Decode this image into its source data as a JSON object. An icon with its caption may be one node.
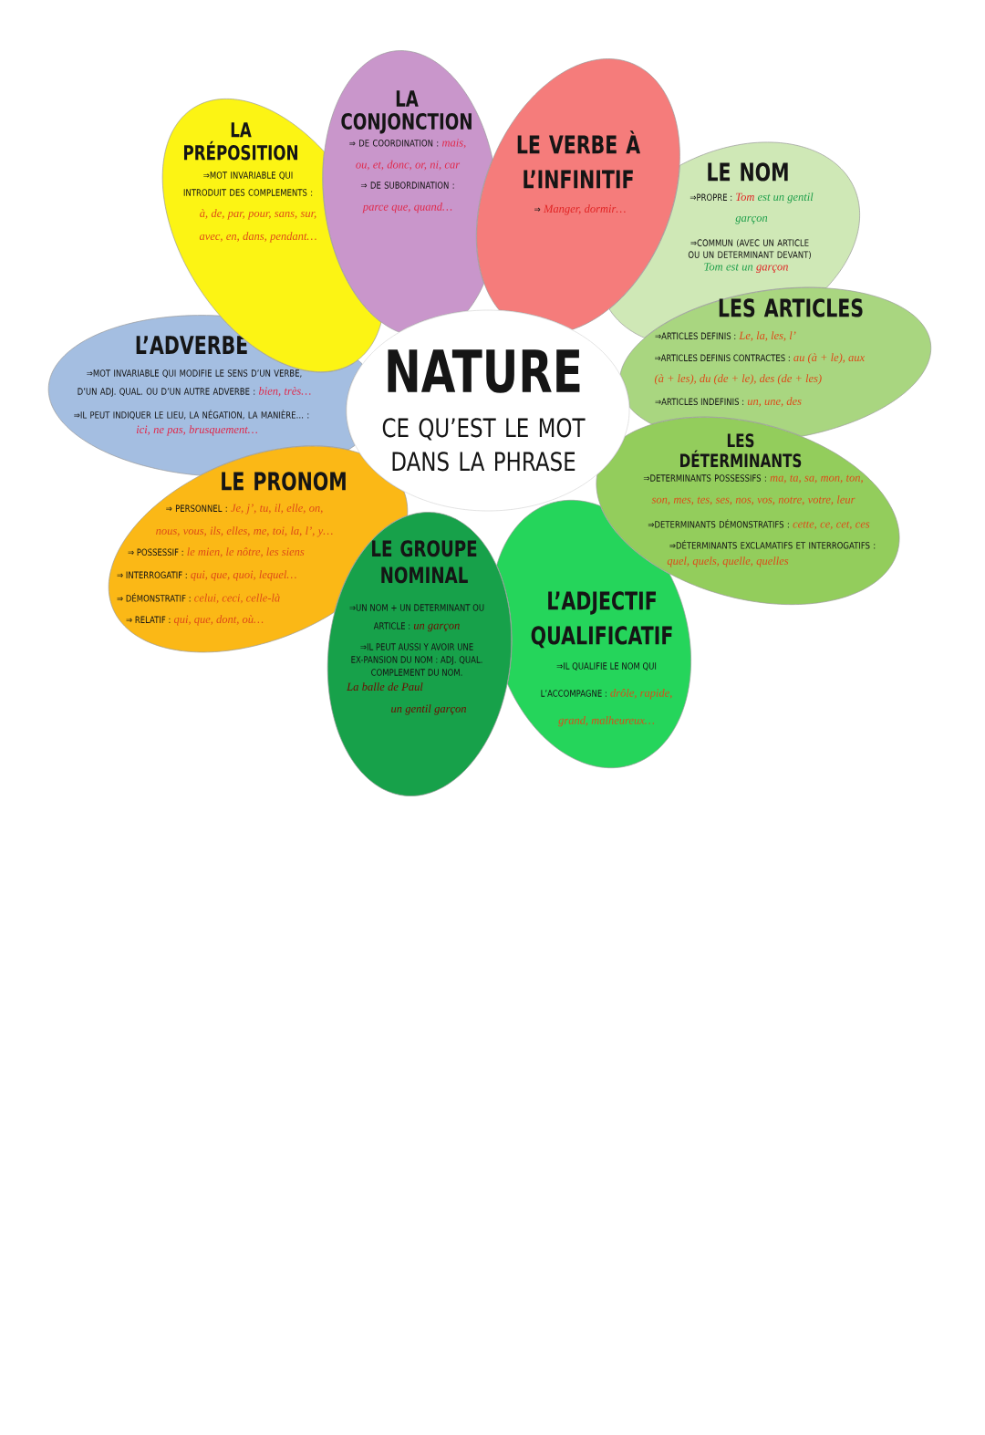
{
  "diagram": {
    "nodes": [
      {
        "text": [
          "NATURE",
          "CE QU’EST LE MOT DANS LA PHRASE"
        ]
      },
      {
        "text": [
          "LA PRÉPOSITION",
          "⇒MOT INVARIABLE QUI INTRODUIT DES COMPLEMENTS :",
          "à, de, par, pour, sans, sur, avec, en, dans, pendant…"
        ]
      },
      {
        "text": [
          "LA CONJONCTION",
          "⇒ DE COORDINATION :",
          "mais, ou, et, donc, or, ni, car",
          "⇒ DE SUBORDINATION :",
          "parce que, quand…"
        ]
      },
      {
        "text": [
          "LE VERBE À L’INFINITIF",
          "⇒",
          "Manger, dormir…"
        ]
      },
      {
        "text": [
          "LE NOM",
          "⇒PROPRE :",
          "Tom",
          "est un gentil garçon",
          "⇒COMMUN (AVEC UN ARTICLE OU UN DETERMINANT DEVANT)",
          "Tom est un",
          "garçon"
        ]
      },
      {
        "text": [
          "LES ARTICLES",
          "⇒ARTICLES DEFINIS :",
          "Le, la, les, l’",
          "⇒ARTICLES DEFINIS CONTRACTES :",
          "au (à + le), aux (à + les), du (de + le), des (de + les)",
          "⇒ARTICLES INDEFINIS :",
          "un, une, des"
        ]
      },
      {
        "text": [
          "LES DÉTERMINANTS",
          "⇒DETERMINANTS POSSESSIFS :",
          "ma, ta, sa, mon, ton, son, mes, tes, ses, nos, vos, notre, votre, leur",
          "⇒DETERMINANTS DÉMONSTRATIFS :",
          "cette, ce, cet, ces",
          "⇒DÉTERMINANTS EXCLAMATIFS ET INTERROGATIFS :",
          "quel, quels, quelle, quelles"
        ]
      },
      {
        "text": [
          "L’ADJECTIF QUALIFICATIF",
          "⇒IL QUALIFIE LE NOM QUI L’ACCOMPAGNE :",
          "drôle, rapide, grand, malheureux…"
        ]
      },
      {
        "text": [
          "LE GROUPE NOMINAL",
          "⇒UN NOM + UN DETERMINANT OU ARTICLE :",
          "un garçon",
          "⇒IL PEUT AUSSI Y AVOIR UNE EX-PANSION DU NOM : ADJ. QUAL. COMPLEMENT DU NOM.",
          "La balle de Paul",
          "un gentil garçon"
        ]
      },
      {
        "text": [
          "LE PRONOM",
          "⇒ PERSONNEL :",
          "Je, j’, tu, il, elle, on, nous, vous, ils, elles, me, toi, la, l’, y…",
          "⇒ POSSESSIF :",
          "le mien, le nôtre, les siens",
          "⇒ INTERROGATIF :",
          "qui, que, quoi, lequel…",
          "⇒ DÉMONSTRATIF :",
          "celui, ceci, celle-là",
          "⇒ RELATIF :",
          "qui, que, dont, où…"
        ]
      },
      {
        "text": [
          "L’ADVERBE",
          "⇒MOT INVARIABLE QUI MODIFIE LE SENS D’UN VERBE, D’UN ADJ. QUAL. OU D’UN AUTRE ADVERBE :",
          "bien, très…",
          "⇒IL PEUT INDIQUER LE LIEU, LA NÉGATION, LA MANIÈRE… :",
          "ici, ne pas, brusquement…"
        ]
      }
    ]
  }
}
